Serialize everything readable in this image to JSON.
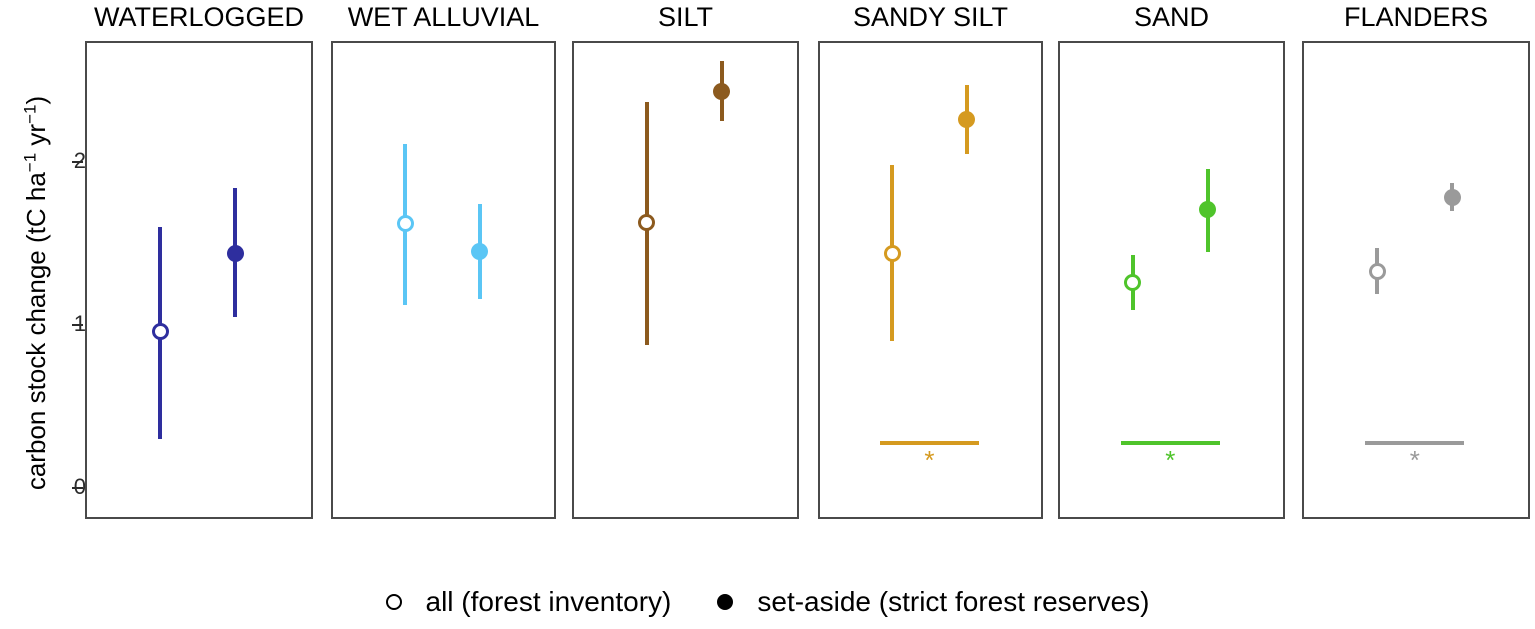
{
  "chart_data": {
    "type": "scatter",
    "title": "",
    "xlabel": "",
    "ylabel": "carbon stock change (tC ha⁻¹ yr⁻¹)",
    "ylabel_parts": {
      "prefix": "carbon stock change (tC ha",
      "sup1": "−1",
      "mid": " yr",
      "sup2": "−1",
      "suffix": ")"
    },
    "ylim": [
      -0.18,
      2.74
    ],
    "yticks": [
      0,
      1,
      2
    ],
    "ytick_labels": [
      "0",
      "1",
      "2"
    ],
    "grid": false,
    "legend_position": "bottom",
    "series": [
      {
        "name": "all (forest inventory)",
        "marker": "open-circle"
      },
      {
        "name": "set-aside (strict forest reserves)",
        "marker": "filled-circle"
      }
    ],
    "panels": [
      {
        "label": "WATERLOGGED",
        "color": "#2E2E9E",
        "significant": false,
        "points": [
          {
            "series": "all (forest inventory)",
            "value": 0.96,
            "low": 0.3,
            "high": 1.6
          },
          {
            "series": "set-aside (strict forest reserves)",
            "value": 1.44,
            "low": 1.05,
            "high": 1.84
          }
        ]
      },
      {
        "label": "WET ALLUVIAL",
        "color": "#5BC6F5",
        "significant": false,
        "points": [
          {
            "series": "all (forest inventory)",
            "value": 1.62,
            "low": 1.12,
            "high": 2.11
          },
          {
            "series": "set-aside (strict forest reserves)",
            "value": 1.45,
            "low": 1.16,
            "high": 1.74
          }
        ]
      },
      {
        "label": "SILT",
        "color": "#8C5A1E",
        "significant": false,
        "points": [
          {
            "series": "all (forest inventory)",
            "value": 1.63,
            "low": 0.88,
            "high": 2.37
          },
          {
            "series": "set-aside (strict forest reserves)",
            "value": 2.43,
            "low": 2.25,
            "high": 2.62
          }
        ]
      },
      {
        "label": "SANDY SILT",
        "color": "#D59A20",
        "significant": true,
        "significance_marker": "*",
        "points": [
          {
            "series": "all (forest inventory)",
            "value": 1.44,
            "low": 0.9,
            "high": 1.98
          },
          {
            "series": "set-aside (strict forest reserves)",
            "value": 2.26,
            "low": 2.05,
            "high": 2.47
          }
        ]
      },
      {
        "label": "SAND",
        "color": "#4FC42B",
        "significant": true,
        "significance_marker": "*",
        "points": [
          {
            "series": "all (forest inventory)",
            "value": 1.26,
            "low": 1.09,
            "high": 1.43
          },
          {
            "series": "set-aside (strict forest reserves)",
            "value": 1.71,
            "low": 1.45,
            "high": 1.96
          }
        ]
      },
      {
        "label": "FLANDERS",
        "color": "#9A9A9A",
        "significant": true,
        "significance_marker": "*",
        "points": [
          {
            "series": "all (forest inventory)",
            "value": 1.33,
            "low": 1.19,
            "high": 1.47
          },
          {
            "series": "set-aside (strict forest reserves)",
            "value": 1.78,
            "low": 1.7,
            "high": 1.87
          }
        ]
      }
    ]
  },
  "legend": {
    "items": [
      {
        "marker": "open-circle",
        "label": "all (forest inventory)"
      },
      {
        "marker": "filled-circle",
        "label": "set-aside (strict forest reserves)"
      }
    ]
  },
  "axis": {
    "y_title": "carbon stock change (tC ha⁻¹ yr⁻¹)"
  }
}
